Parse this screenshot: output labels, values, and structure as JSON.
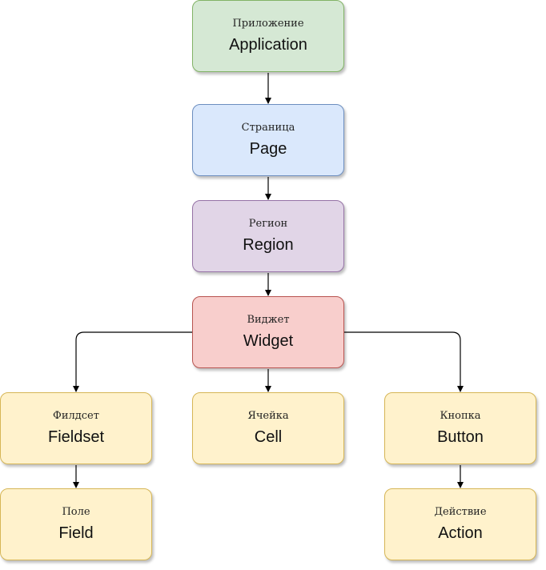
{
  "nodes": {
    "application": {
      "ru": "Приложение",
      "en": "Application",
      "fill": "#d5e8d4",
      "stroke": "#82b366"
    },
    "page": {
      "ru": "Страница",
      "en": "Page",
      "fill": "#dae8fc",
      "stroke": "#6c8ebf"
    },
    "region": {
      "ru": "Регион",
      "en": "Region",
      "fill": "#e1d5e7",
      "stroke": "#9673a6"
    },
    "widget": {
      "ru": "Виджет",
      "en": "Widget",
      "fill": "#f8cecc",
      "stroke": "#b85450"
    },
    "fieldset": {
      "ru": "Филдсет",
      "en": "Fieldset",
      "fill": "#fff2cc",
      "stroke": "#d6b656"
    },
    "cell": {
      "ru": "Ячейка",
      "en": "Cell",
      "fill": "#fff2cc",
      "stroke": "#d6b656"
    },
    "button": {
      "ru": "Кнопка",
      "en": "Button",
      "fill": "#fff2cc",
      "stroke": "#d6b656"
    },
    "field": {
      "ru": "Поле",
      "en": "Field",
      "fill": "#fff2cc",
      "stroke": "#d6b656"
    },
    "action": {
      "ru": "Действие",
      "en": "Action",
      "fill": "#fff2cc",
      "stroke": "#d6b656"
    }
  },
  "edges": [
    {
      "from": "application",
      "to": "page"
    },
    {
      "from": "page",
      "to": "region"
    },
    {
      "from": "region",
      "to": "widget"
    },
    {
      "from": "widget",
      "to": "fieldset"
    },
    {
      "from": "widget",
      "to": "cell"
    },
    {
      "from": "widget",
      "to": "button"
    },
    {
      "from": "fieldset",
      "to": "field"
    },
    {
      "from": "button",
      "to": "action"
    }
  ]
}
